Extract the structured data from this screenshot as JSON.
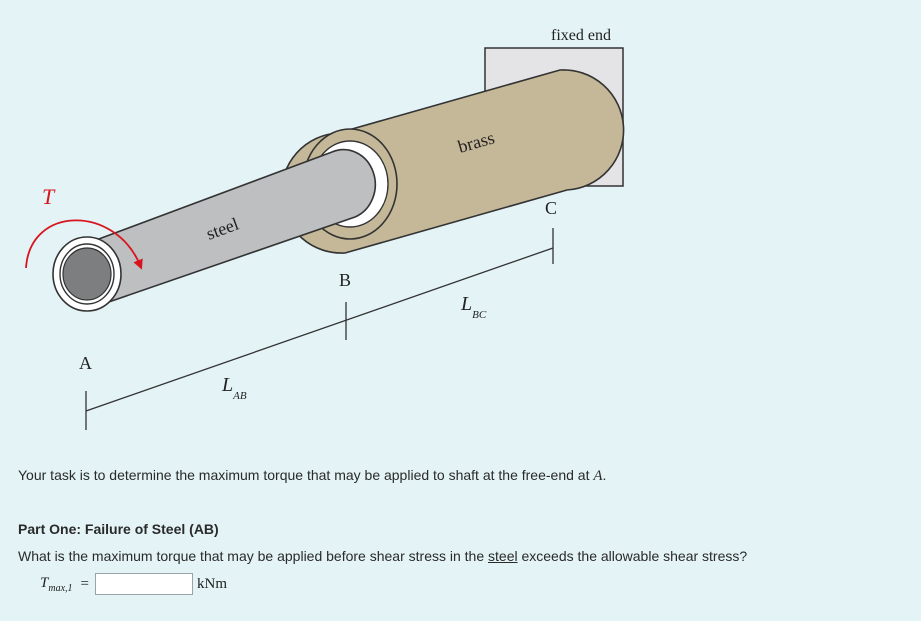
{
  "diagram": {
    "label_fixed_end": "fixed end",
    "label_brass": "brass",
    "label_steel": "steel",
    "label_T": "T",
    "label_A": "A",
    "label_B": "B",
    "label_C": "C",
    "label_L": "L",
    "label_AB_sub": "AB",
    "label_BC_sub": "BC",
    "colors": {
      "brass": "#c5b899",
      "steel": "#bdbfc1",
      "core": "#7c7e80",
      "wall": "#e4e4e6",
      "torque_arrow": "#d8151f"
    }
  },
  "task": {
    "text_before": "Your task is to determine the maximum torque that may be applied to shaft at the free-end at ",
    "var": "A",
    "text_after": "."
  },
  "part_one": {
    "title": "Part One: Failure of Steel (AB)",
    "q_before": "What is the maximum torque that may be applied before shear stress in the ",
    "q_underlined": "steel",
    "q_after": " exceeds the allowable shear stress?",
    "answer_symbol": "T",
    "answer_subscript": "max,1",
    "equals": "=",
    "answer_value": "",
    "unit": "kNm"
  }
}
